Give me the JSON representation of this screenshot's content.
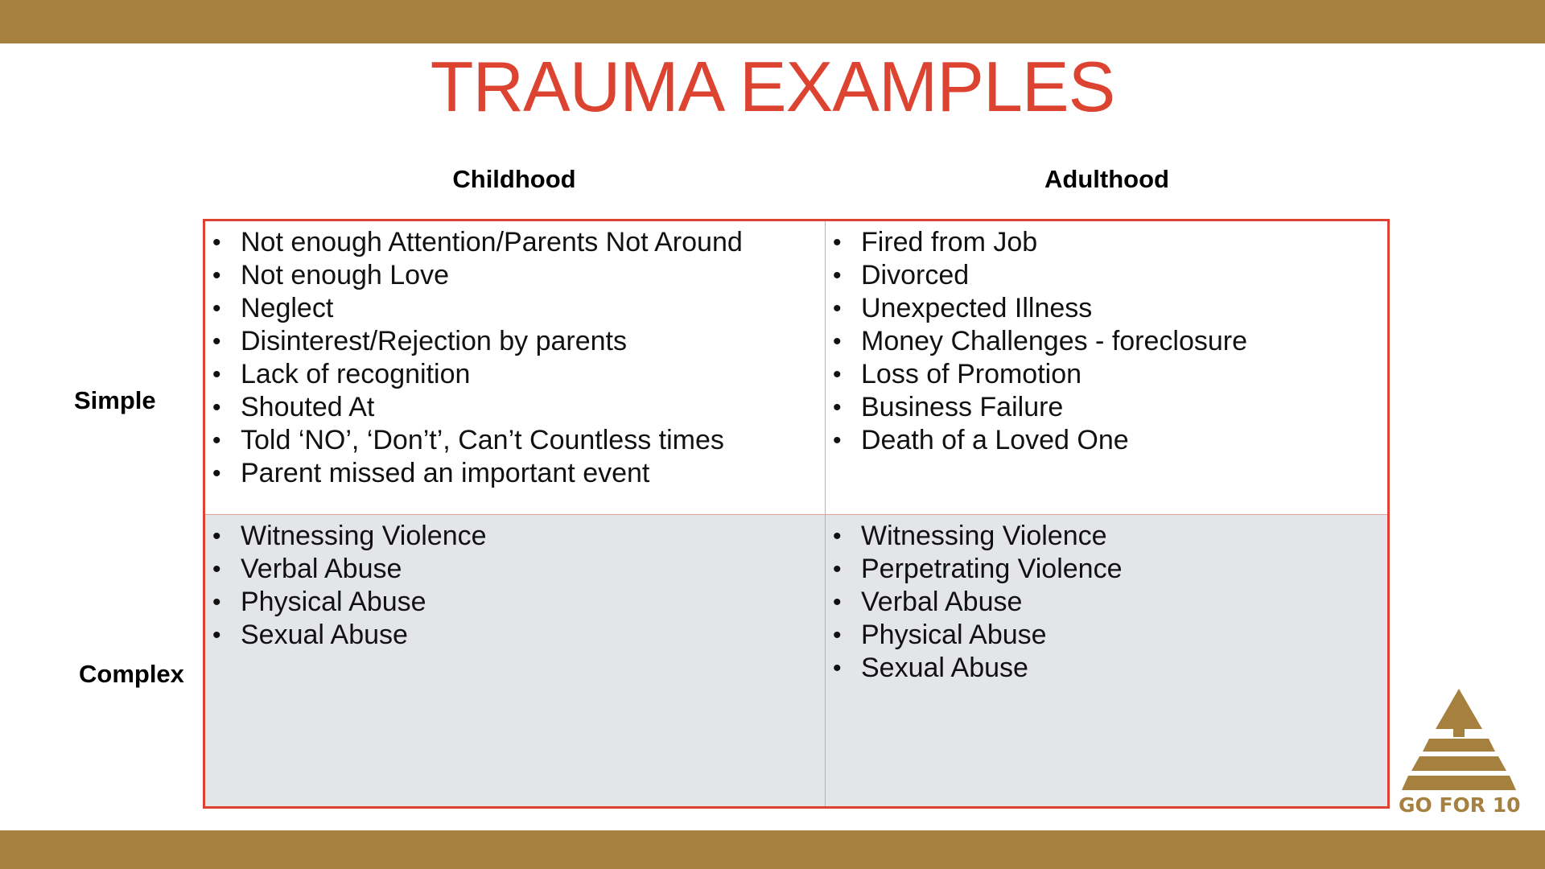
{
  "slide": {
    "title": "TRAUMA EXAMPLES",
    "columns": [
      "Childhood",
      "Adulthood"
    ],
    "rows": [
      "Simple",
      "Complex"
    ],
    "cells": {
      "simple_childhood": [
        "Not enough Attention/Parents Not Around",
        "Not enough Love",
        "Neglect",
        "Disinterest/Rejection by parents",
        "Lack of recognition",
        "Shouted At",
        "Told ‘NO’, ‘Don’t’, Can’t Countless times",
        "Parent missed an important event"
      ],
      "simple_adulthood": [
        "Fired from Job",
        "Divorced",
        "Unexpected Illness",
        "Money Challenges - foreclosure",
        "Loss of Promotion",
        "Business Failure",
        "Death of a Loved One"
      ],
      "complex_childhood": [
        "Witnessing Violence",
        "Verbal Abuse",
        "Physical Abuse",
        "Sexual Abuse"
      ],
      "complex_adulthood": [
        "Witnessing Violence",
        "Perpetrating Violence",
        "Verbal Abuse",
        "Physical Abuse",
        "Sexual Abuse"
      ]
    },
    "logo": {
      "text": "GO FOR 10",
      "icon": "pyramid-logo-icon"
    }
  },
  "colors": {
    "band": "#a5803f",
    "title": "#dc4330",
    "border": "#dc4330",
    "complex_row_bg": "#e4e5e8",
    "logo": "#a5803f"
  }
}
